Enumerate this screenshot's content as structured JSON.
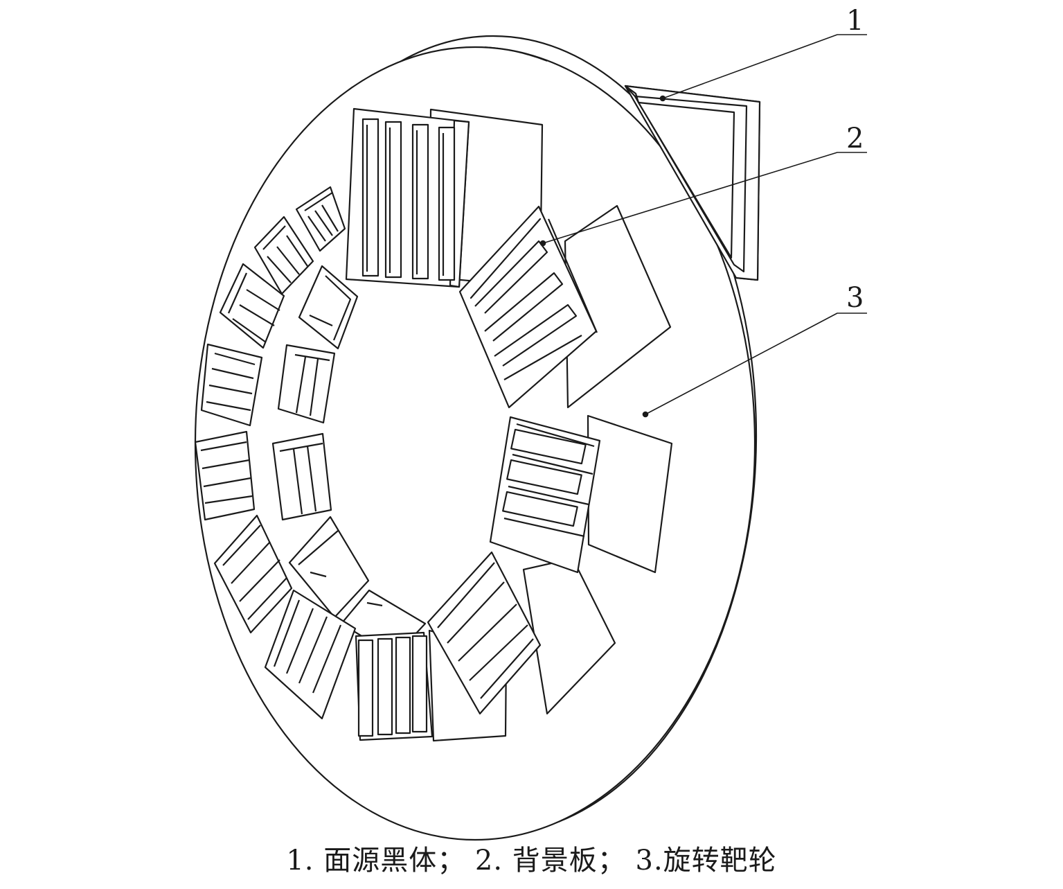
{
  "callouts": [
    {
      "number": "1"
    },
    {
      "number": "2"
    },
    {
      "number": "3"
    }
  ],
  "caption": "1. 面源黑体； 2. 背景板； 3.旋转靶轮",
  "colors": {
    "stroke": "#1a1a1a",
    "background": "#ffffff"
  }
}
